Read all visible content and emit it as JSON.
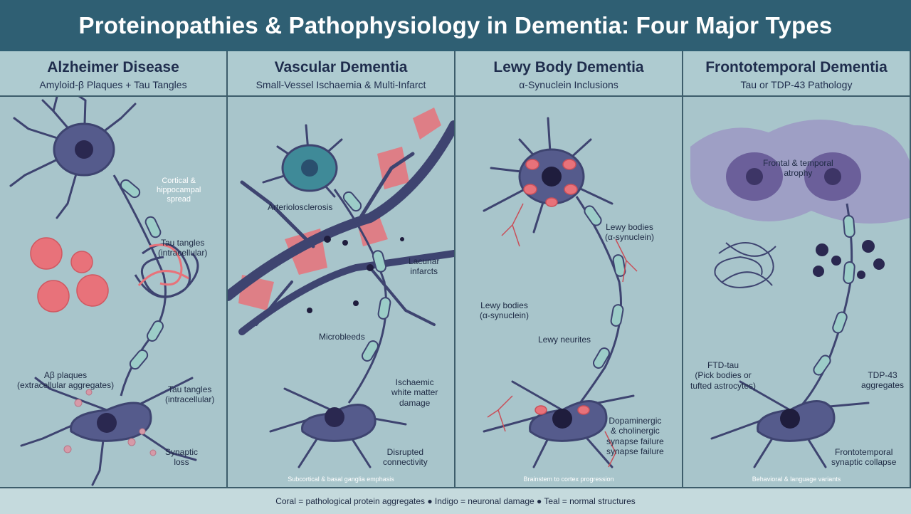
{
  "title": "Proteinopathies & Pathophysiology in Dementia: Four Major Types",
  "colors": {
    "coral": "#e8727a",
    "indigo": "#4b4f7a",
    "teal": "#9ccdc8",
    "header": "#2f5f73"
  },
  "panels": [
    {
      "title": "Alzheimer Disease",
      "subtitle": "Amyloid-β Plaques + Tau Tangles",
      "labels": {
        "cortical": "Cortical &\nhippocampal\nspread",
        "tau1": "Tau tangles\n(intracellular)",
        "abeta": "Aβ plaques\n(extracellular aggregates)",
        "tau2": "Tau tangles\n(intracellular)",
        "synaptic": "Synaptic\nloss"
      },
      "footer": ""
    },
    {
      "title": "Vascular Dementia",
      "subtitle": "Small-Vessel Ischaemia & Multi-Infarct",
      "labels": {
        "arterio": "Arteriolosclerosis",
        "lacunar": "Lacunar\ninfarcts",
        "microbleeds": "Microbleeds",
        "ischaemic": "Ischaemic\nwhite matter\ndamage",
        "disrupted": "Disrupted\nconnectivity"
      },
      "footer": "Subcortical & basal ganglia emphasis"
    },
    {
      "title": "Lewy Body Dementia",
      "subtitle": "α-Synuclein Inclusions",
      "labels": {
        "lewy1": "Lewy bodies\n(α-synuclein)",
        "lewy2": "Lewy bodies\n(α-synuclein)",
        "neurites": "Lewy neurites",
        "dopa": "Dopaminergic\n& cholinergic\nsynapse failure\nsynapse failure"
      },
      "footer": "Brainstem to cortex progression"
    },
    {
      "title": "Frontotemporal Dementia",
      "subtitle": "Tau or TDP-43 Pathology",
      "labels": {
        "atrophy": "Frontal & temporal\natrophy",
        "ftdtau": "FTD-tau\n(Pick bodies or\ntufted astrocytes)",
        "tdp": "TDP-43\naggregates",
        "collapse": "Frontotemporal\nsynaptic collapse"
      },
      "footer": "Behavioral & language variants"
    }
  ],
  "legend": "Coral = pathological protein aggregates ● Indigo = neuronal damage ● Teal = normal structures"
}
